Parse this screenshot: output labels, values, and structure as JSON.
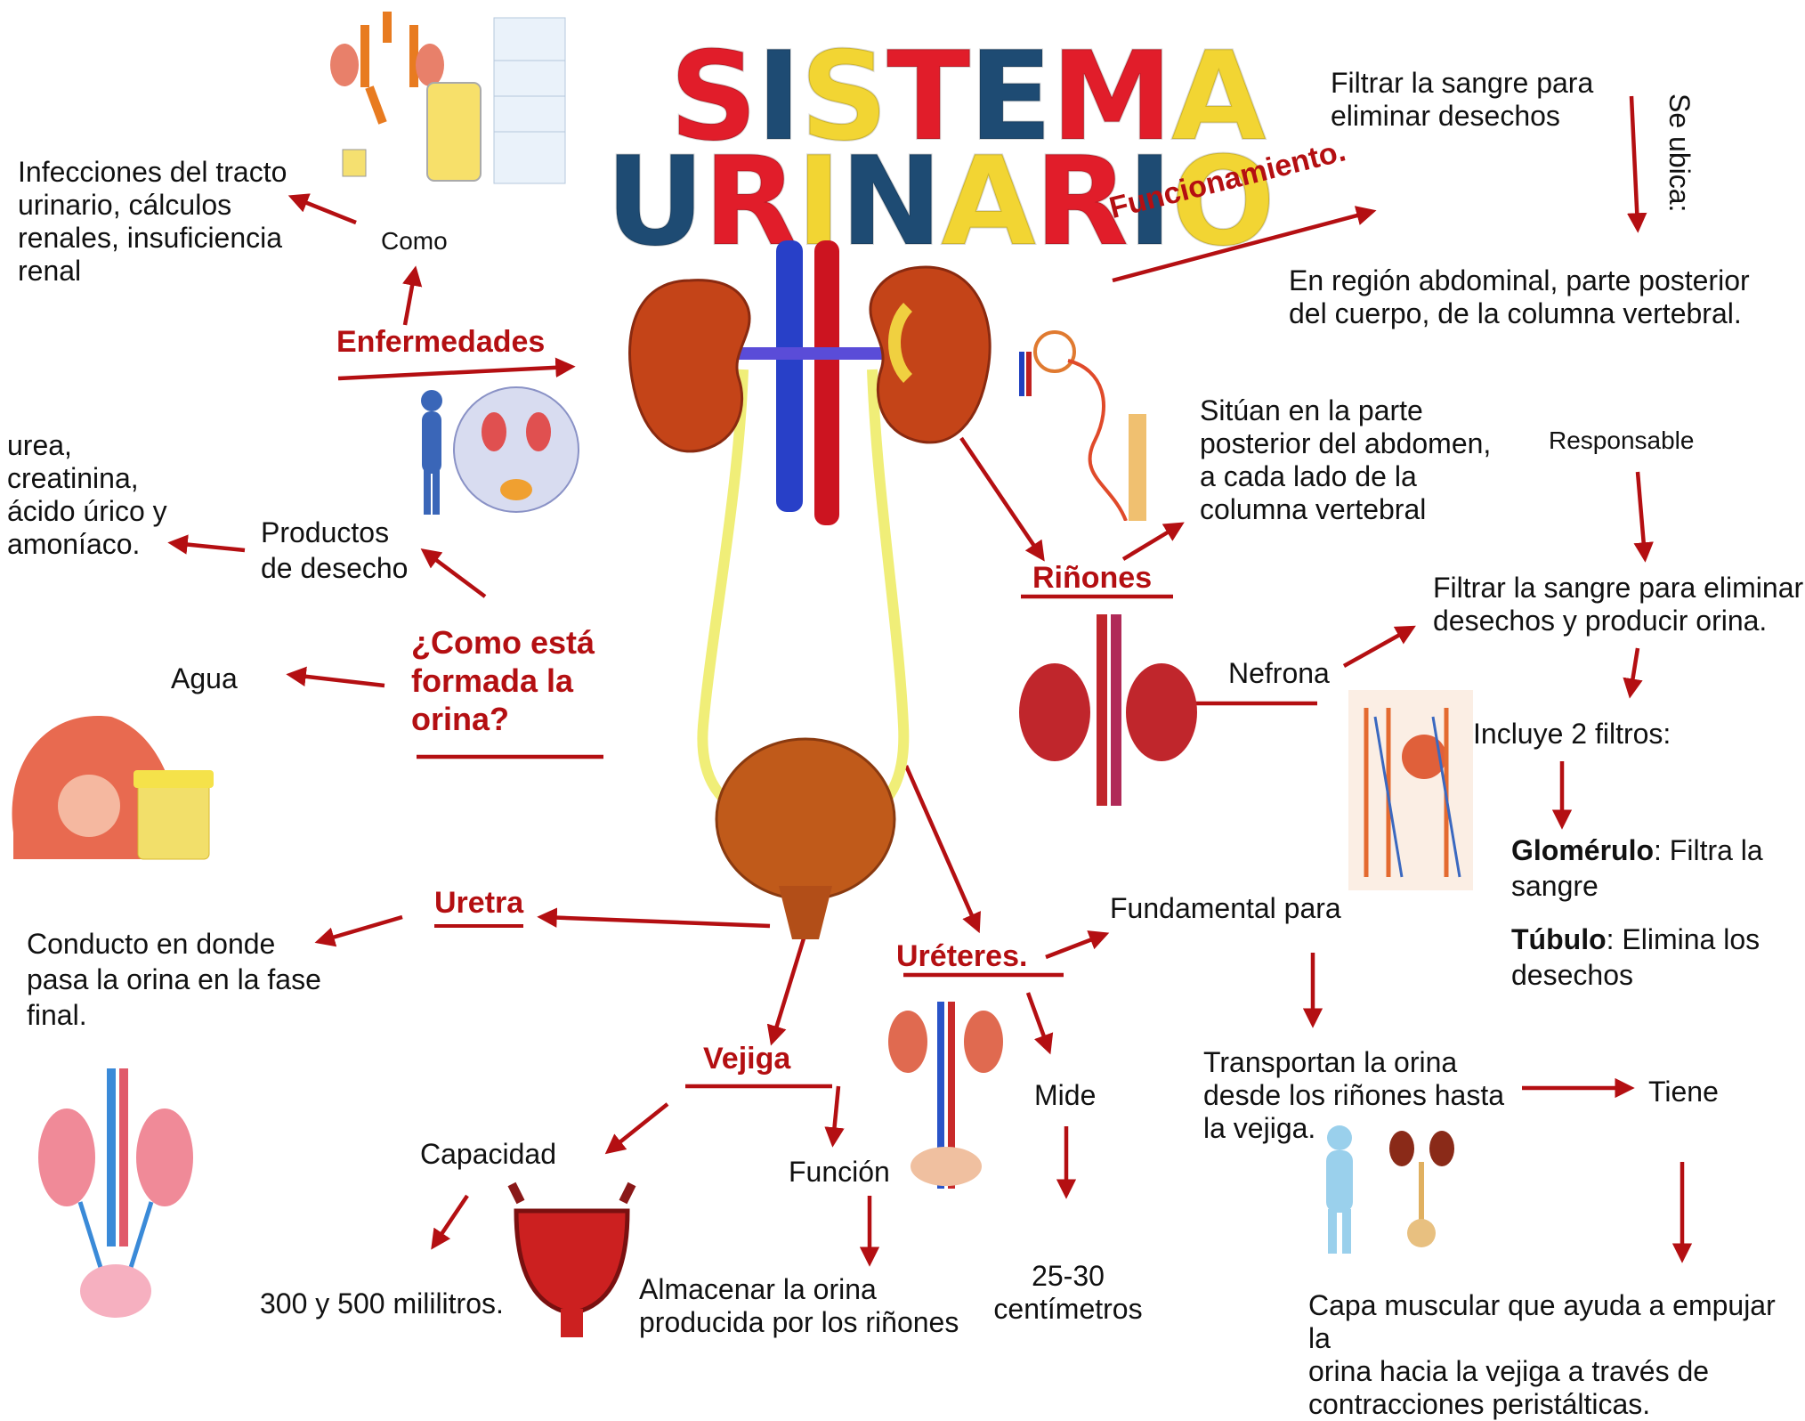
{
  "title": {
    "line1": [
      "S",
      "I",
      "S",
      "T",
      "E",
      "M",
      "A"
    ],
    "line1_colors": [
      "#e11d2a",
      "#1e4b73",
      "#f2d533",
      "#e11d2a",
      "#1e4b73",
      "#e11d2a",
      "#f2d533"
    ],
    "line2": [
      "U",
      "R",
      "I",
      "N",
      "A",
      "R",
      "I",
      "O"
    ],
    "line2_colors": [
      "#1e4b73",
      "#e11d2a",
      "#f2d533",
      "#1e4b73",
      "#f2d533",
      "#e11d2a",
      "#1e4b73",
      "#f2d533"
    ]
  },
  "colors": {
    "accent": "#b40f12",
    "text": "#111111"
  },
  "left": {
    "infecciones": [
      "Infecciones del tracto",
      "urinario, cálculos",
      "renales, insuficiencia",
      "renal"
    ],
    "como": "Como",
    "enfermedades": "Enfermedades",
    "productos": [
      "urea,",
      "creatinina,",
      "ácido úrico y",
      "amoníaco."
    ],
    "productos_desecho": [
      "Productos",
      "de desecho"
    ],
    "agua": "Agua",
    "como_esta": [
      "¿Como está",
      "formada la",
      "orina?"
    ],
    "uretra": "Uretra",
    "conducto": [
      "Conducto en donde",
      "pasa la orina en la fase",
      "final."
    ]
  },
  "bottom": {
    "vejiga": "Vejiga",
    "capacidad": "Capacidad",
    "capacidad_valor": "300 y 500 mililitros.",
    "funcion": "Función",
    "funcion_desc": [
      "Almacenar la orina",
      "producida por los riñones"
    ],
    "ureteres": "Uréteres.",
    "mide": "Mide",
    "mide_valor": [
      "25-30",
      "centímetros"
    ],
    "fundamental": "Fundamental para",
    "transportan": [
      "Transportan la orina",
      "desde los riñones hasta",
      "la vejiga."
    ],
    "tiene": "Tiene",
    "capa": [
      "Capa muscular que ayuda a empujar la",
      "orina hacia la vejiga a través de",
      "contracciones peristálticas."
    ]
  },
  "right": {
    "funcionamiento": "Funcionamiento.",
    "filtrar": [
      "Filtrar la sangre para",
      "eliminar desechos"
    ],
    "se_ubica": "Se ubica:",
    "region": [
      "En región abdominal, parte posterior",
      "del cuerpo, de la columna vertebral."
    ],
    "situan": [
      "Sitúan en la parte",
      "posterior del abdomen,",
      "a cada lado de la",
      "columna vertebral"
    ],
    "responsable": "Responsable",
    "rinones": "Riñones",
    "filtrar2": [
      "Filtrar la sangre para eliminar",
      "desechos y producir orina."
    ],
    "nefrona": "Nefrona",
    "incluye": "Incluye 2 filtros:",
    "glomerulo_bold": "Glomérulo",
    "glomerulo_rest": ": Filtra la",
    "glomerulo_rest2": "sangre",
    "tubulo_bold": "Túbulo",
    "tubulo_rest": ": Elimina los",
    "tubulo_rest2": "desechos"
  }
}
